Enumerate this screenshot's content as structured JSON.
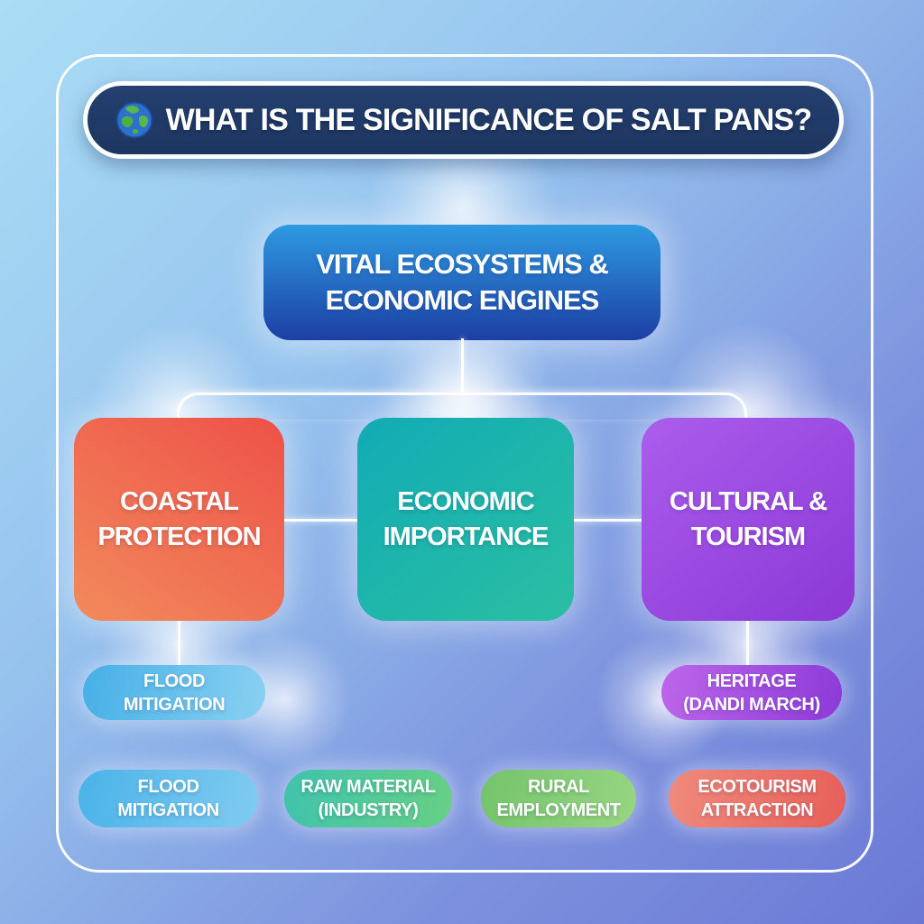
{
  "header": {
    "title": "WHAT IS THE SIGNIFICANCE OF SALT PANS?",
    "icon": "globe-icon"
  },
  "root": {
    "label": "VITAL ECOSYSTEMS &\nECONOMIC ENGINES"
  },
  "branches": [
    {
      "id": "coastal-protection",
      "label": "COASTAL\nPROTECTION",
      "color_from": "#ee5449",
      "color_to": "#f28a5c"
    },
    {
      "id": "economic-importance",
      "label": "ECONOMIC\nIMPORTANCE",
      "color_from": "#12abb5",
      "color_to": "#2abfa2"
    },
    {
      "id": "cultural-tourism",
      "label": "CULTURAL &\nTOURISM",
      "color_from": "#ab5dec",
      "color_to": "#8b38d6"
    }
  ],
  "sub_pills": [
    {
      "parent": "coastal-protection",
      "label": "FLOOD\nMITIGATION",
      "color_from": "#46b0e6",
      "color_to": "#8ad0f2"
    },
    {
      "parent": "cultural-tourism",
      "label": "HERITAGE\n(DANDI MARCH)",
      "color_from": "#bd66ea",
      "color_to": "#8c3ad8"
    }
  ],
  "bottom_pills": [
    {
      "label": "FLOOD\nMITIGATION",
      "color_from": "#4ab3e8",
      "color_to": "#80cbf1"
    },
    {
      "label": "RAW MATERIAL\n(INDUSTRY)",
      "color_from": "#3fc3ad",
      "color_to": "#67d084"
    },
    {
      "label": "RURAL\nEMPLOYMENT",
      "color_from": "#74c46b",
      "color_to": "#97d583"
    },
    {
      "label": "ECOTOURISM\nATTRACTION",
      "color_from": "#f08a7d",
      "color_to": "#e65f58"
    }
  ],
  "colors": {
    "background_top_left": "#aadef5",
    "background_bottom_right": "#6b79d5",
    "header_bg": "#1f3a66",
    "root_top": "#2e9ae2",
    "root_bottom": "#1c3fa4",
    "connector": "#ffffff",
    "frame_border": "#ffffff",
    "text": "#ffffff"
  }
}
